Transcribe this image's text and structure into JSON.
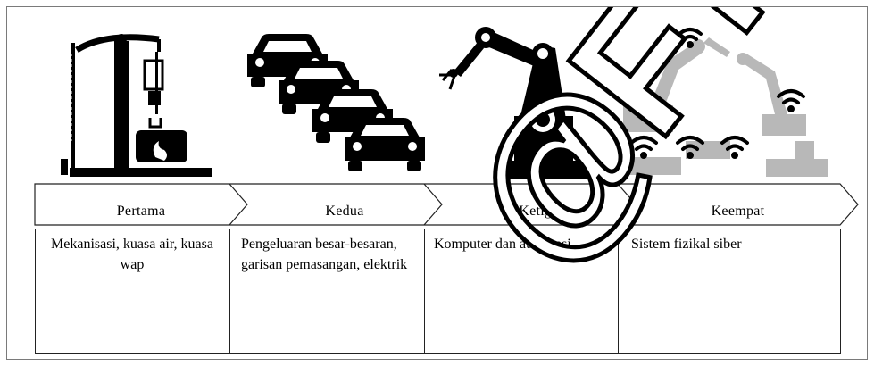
{
  "stages": [
    {
      "label": "Pertama",
      "description": "Mekanisasi, kuasa air, kuasa wap",
      "icon": "steam-engine-icon"
    },
    {
      "label": "Kedua",
      "description": "Pengeluaran besar-besaran, garisan pemasangan, elektrik",
      "icon": "car-assembly-line-icon"
    },
    {
      "label": "Ketiga",
      "description": "Komputer dan automasi",
      "icon": "robotic-arm-icon"
    },
    {
      "label": "Keempat",
      "description": "Sistem fizikal siber",
      "icon": "connected-robots-wifi-icon"
    }
  ],
  "watermark": {
    "text": "@FTSM"
  },
  "colors": {
    "ink": "#000000",
    "grey_robot": "#b8b8b8",
    "border": "#222222"
  }
}
